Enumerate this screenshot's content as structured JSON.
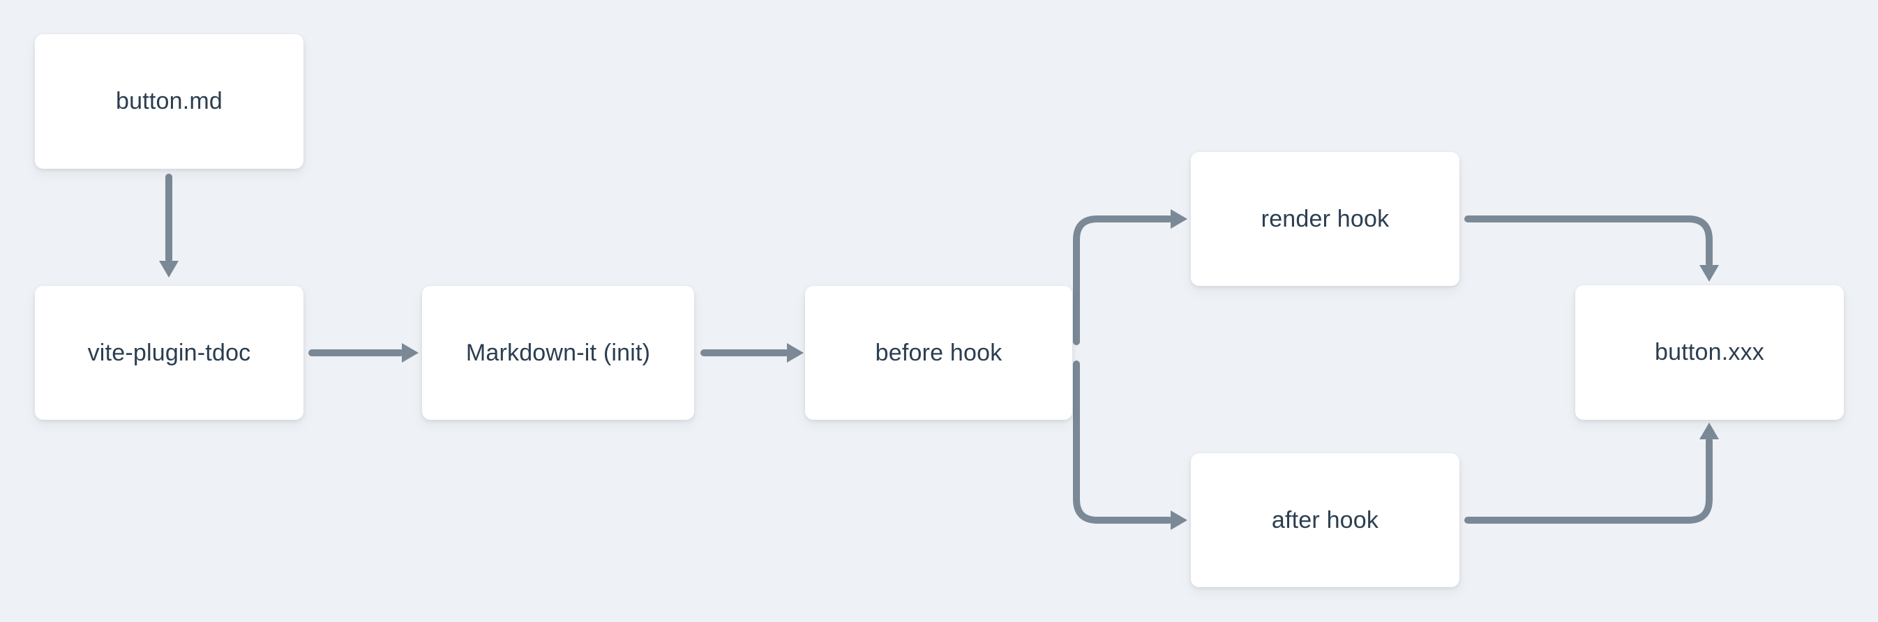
{
  "diagram": {
    "type": "flowchart",
    "colors": {
      "background": "#eef1f5",
      "node_fill": "#ffffff",
      "edge": "#7b8996",
      "text": "#2c3e50"
    },
    "nodes": {
      "button_md": {
        "label": "button.md"
      },
      "vite_plugin_tdoc": {
        "label": "vite-plugin-tdoc"
      },
      "markdown_it_init": {
        "label": "Markdown-it (init)"
      },
      "before_hook": {
        "label": "before hook"
      },
      "render_hook": {
        "label": "render hook"
      },
      "after_hook": {
        "label": "after hook"
      },
      "button_xxx": {
        "label": "button.xxx"
      }
    },
    "edges": [
      {
        "from": "button.md",
        "to": "vite-plugin-tdoc",
        "direction": "down"
      },
      {
        "from": "vite-plugin-tdoc",
        "to": "Markdown-it (init)",
        "direction": "right"
      },
      {
        "from": "Markdown-it (init)",
        "to": "before hook",
        "direction": "right"
      },
      {
        "from": "before hook",
        "to": "render hook",
        "direction": "up-right"
      },
      {
        "from": "before hook",
        "to": "after hook",
        "direction": "down-right"
      },
      {
        "from": "render hook",
        "to": "button.xxx",
        "direction": "right-down"
      },
      {
        "from": "after hook",
        "to": "button.xxx",
        "direction": "right-up"
      }
    ]
  }
}
